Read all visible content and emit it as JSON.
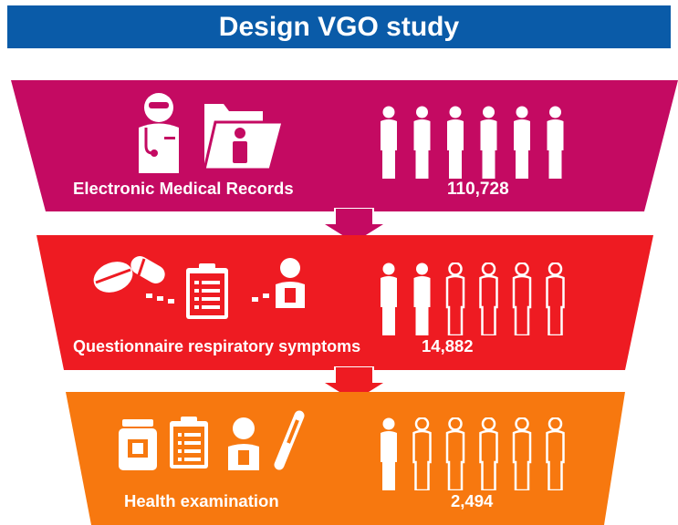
{
  "title": "Design VGO study",
  "colors": {
    "title_bar": "#0a5ba8",
    "stage1": "#c40a62",
    "stage2": "#ee1b22",
    "stage3": "#f7780f",
    "icons": "#ffffff"
  },
  "stages": [
    {
      "label": "Electronic Medical Records",
      "count": "110,728",
      "icons": [
        "doctor-icon",
        "medical-folder-icon"
      ],
      "people_filled": 6,
      "people_total": 6
    },
    {
      "label": "Questionnaire respiratory symptoms",
      "count": "14,882",
      "icons": [
        "pills-icon",
        "clipboard-icon",
        "patient-icon"
      ],
      "people_filled": 2,
      "people_total": 6
    },
    {
      "label": "Health examination",
      "count": "2,494",
      "icons": [
        "medicine-jar-icon",
        "clipboard-icon",
        "patient-icon",
        "test-tube-icon"
      ],
      "people_filled": 1,
      "people_total": 6
    }
  ]
}
